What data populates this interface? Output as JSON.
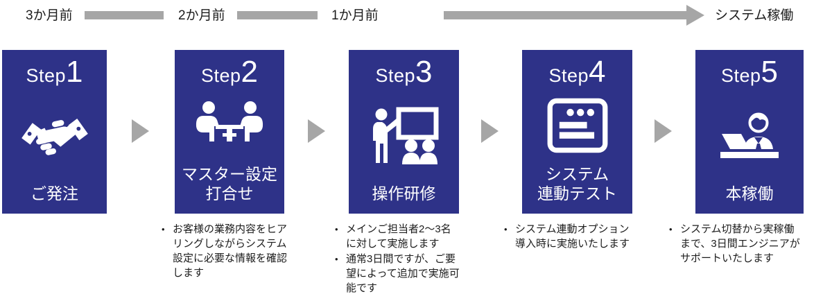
{
  "colors": {
    "box": "#2e3288",
    "gray": "#a6a6a6",
    "ink": "#1c1c1c"
  },
  "bullet": "•",
  "timeline": {
    "labels": [
      "3か月前",
      "2か月前",
      "1か月前",
      "システム稼働"
    ]
  },
  "steps": [
    {
      "prefix": "Step",
      "number": "1",
      "title": "ご発注",
      "icon": "handshake-icon",
      "notes": []
    },
    {
      "prefix": "Step",
      "number": "2",
      "title": "マスター設定\n打合せ",
      "icon": "meeting-icon",
      "notes": [
        "お客様の業務内容をヒア\nリングしながらシステム\n設定に必要な情報を確認\nします"
      ]
    },
    {
      "prefix": "Step",
      "number": "3",
      "title": "操作研修",
      "icon": "training-icon",
      "notes": [
        "メインご担当者2～3名\nに対して実施します",
        "通常3日間ですが、ご要\n望によって追加で実施可\n能です"
      ]
    },
    {
      "prefix": "Step",
      "number": "4",
      "title": "システム\n連動テスト",
      "icon": "browser-icon",
      "notes": [
        "システム連動オプション\n導入時に実施いたします"
      ]
    },
    {
      "prefix": "Step",
      "number": "5",
      "title": "本稼働",
      "icon": "reception-icon",
      "notes": [
        "システム切替から実稼働\nまで、3日間エンジニアが\nサポートいたします"
      ]
    }
  ]
}
